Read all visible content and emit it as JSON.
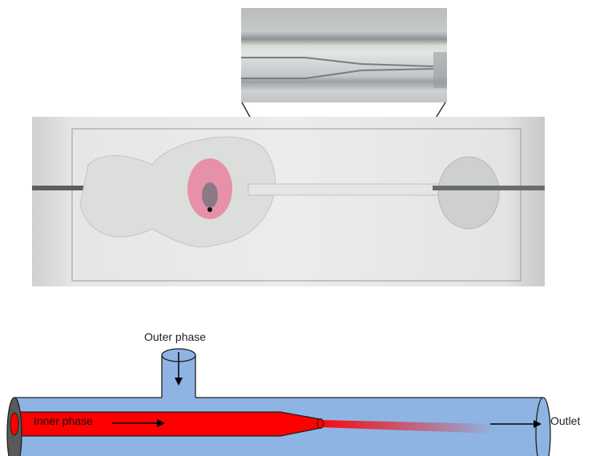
{
  "labels": {
    "outer_phase": "Outer phase",
    "inner_phase": "Inner phase",
    "outlet": "Outlet"
  },
  "colors": {
    "tube_fill": "#8eb4e3",
    "inner_fill": "#ff0000",
    "tube_edge": "#1f1f1f",
    "end_cap": "#595959"
  }
}
